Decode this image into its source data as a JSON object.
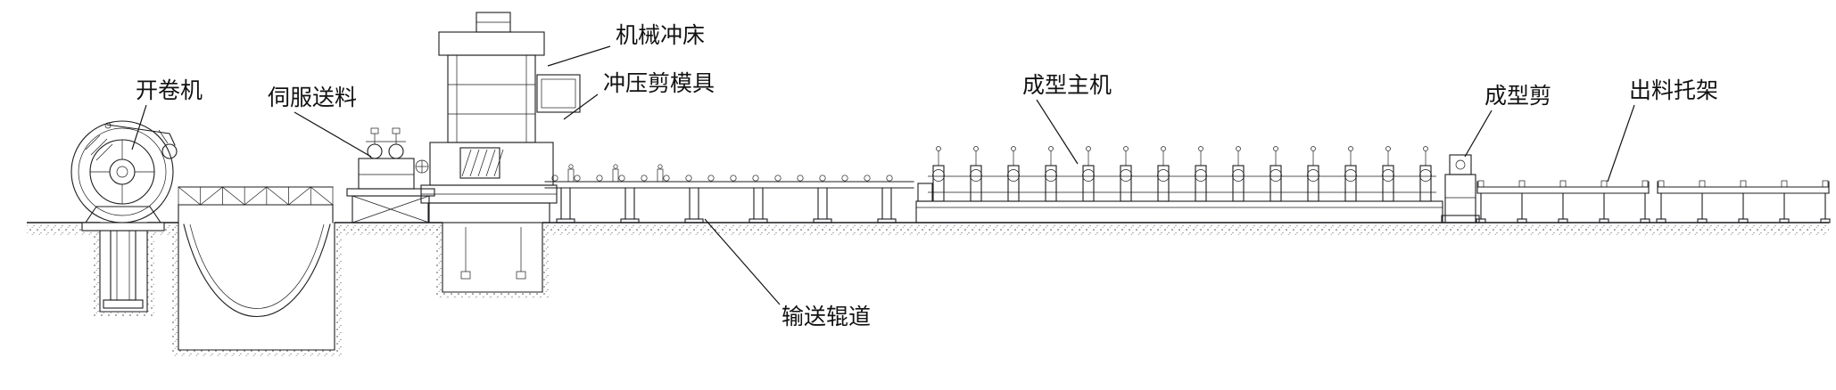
{
  "diagram": {
    "background": "#ffffff",
    "line_color": "#1d1d20",
    "labels": {
      "decoiler": "开卷机",
      "servo_feeder": "伺服送料",
      "mechanical_press": "机械冲床",
      "punch_shear_die": "冲压剪模具",
      "forming_machine": "成型主机",
      "forming_shear": "成型剪",
      "outfeed_rack": "出料托架",
      "conveyor_roller_table": "输送辊道"
    }
  }
}
